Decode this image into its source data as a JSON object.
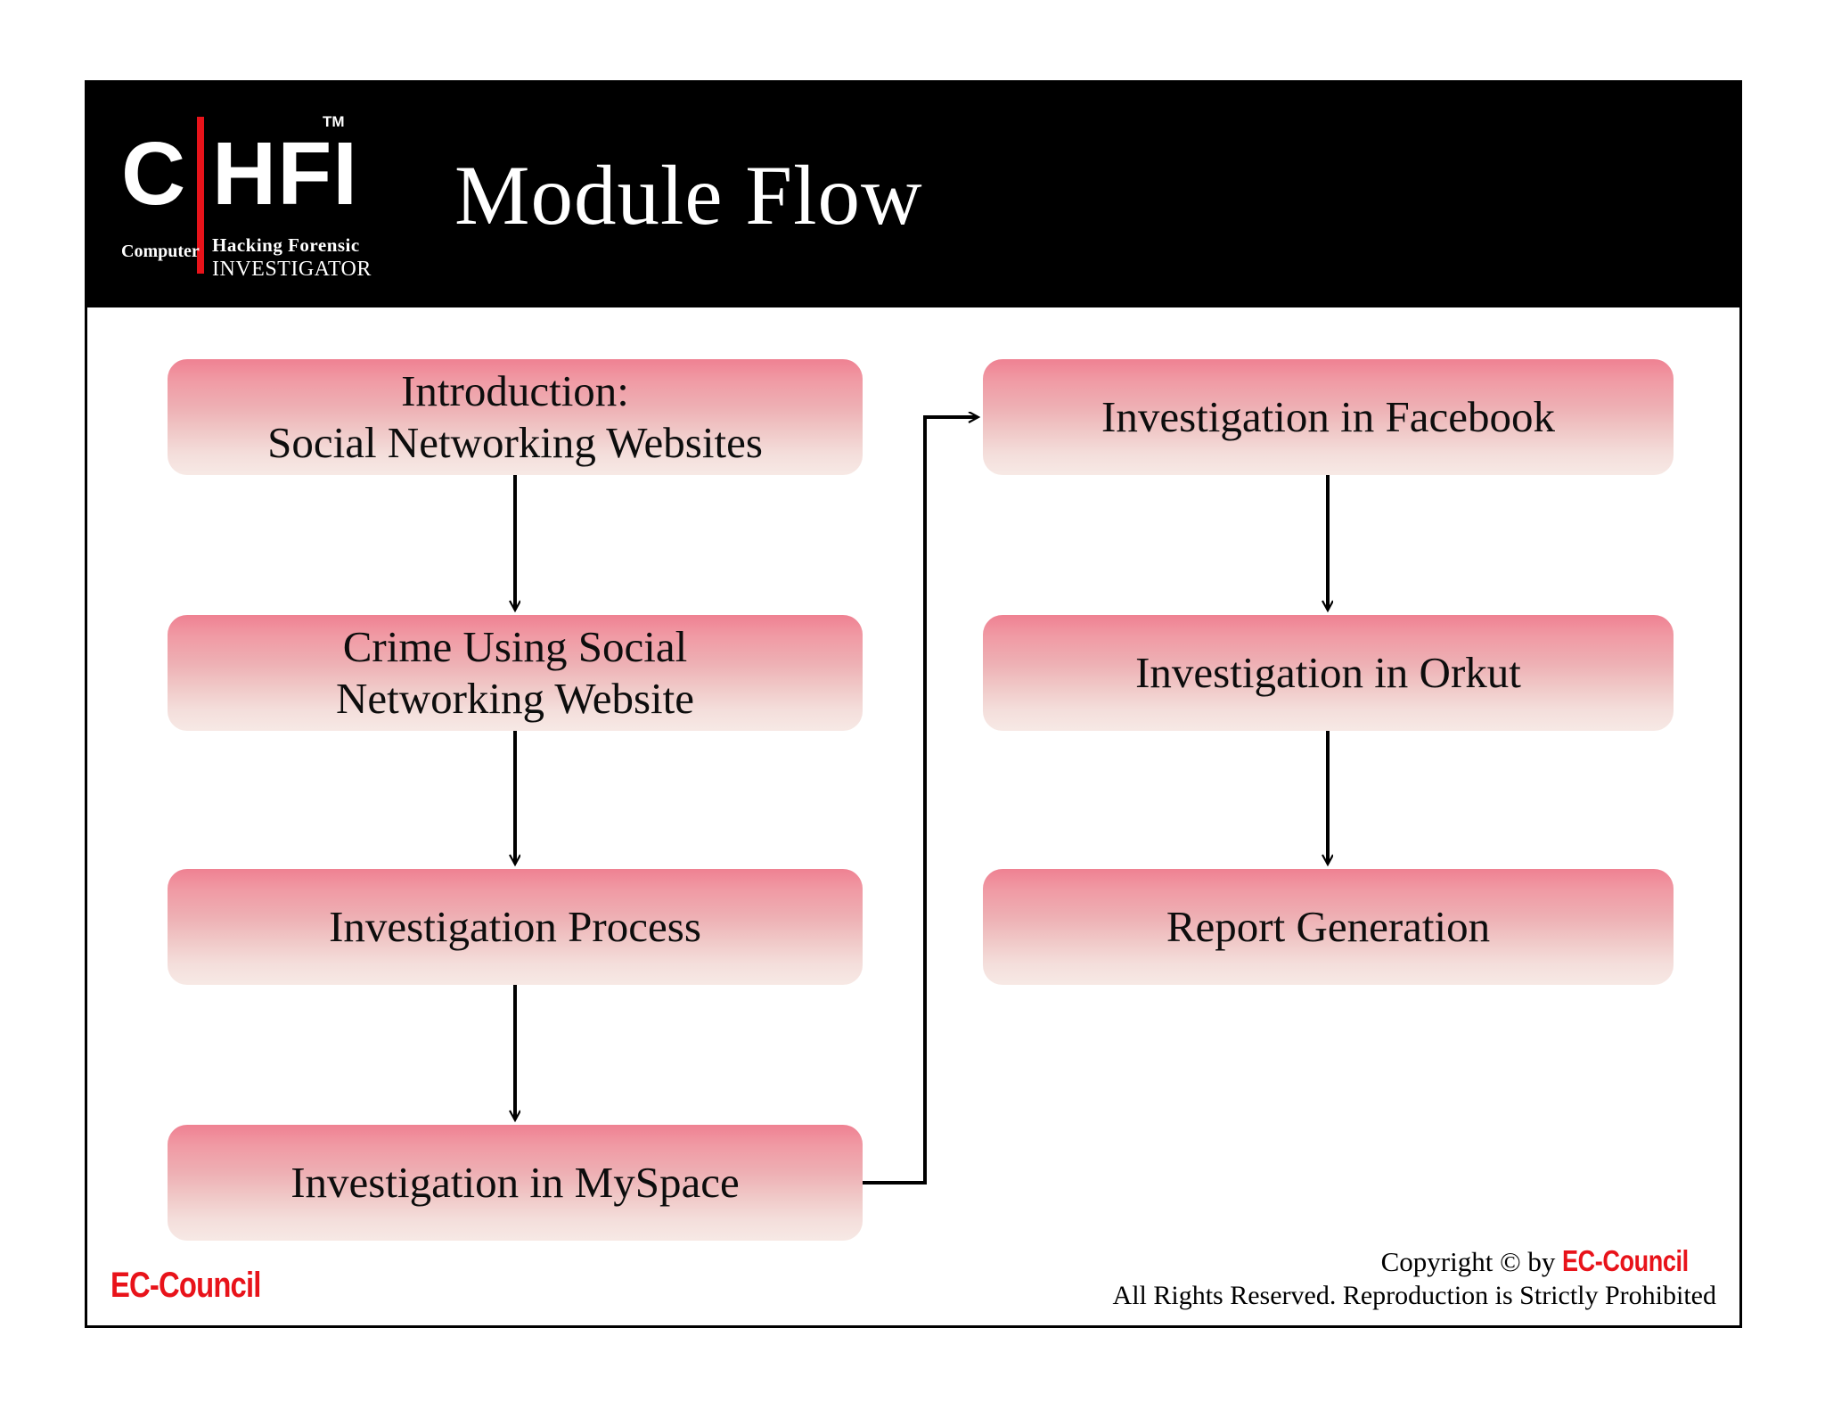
{
  "slide": {
    "title": "Module Flow",
    "logo": {
      "letter_c": "C",
      "letters_hfi": "HFI",
      "trademark": "TM",
      "computer": "Computer",
      "hacking_forensic": "Hacking  Forensic",
      "investigator": "INVESTIGATOR"
    },
    "footer": {
      "brand": "EC-Council",
      "copyright_prefix": "Copyright ",
      "copyright_symbol": "©",
      "copyright_by": " by ",
      "copyright_brand": "EC-Council",
      "rights": "All Rights Reserved. Reproduction is Strictly Prohibited"
    },
    "colors": {
      "header_background": "#000000",
      "brand_red": "#e8131a",
      "node_gradient_top": "#ef8192",
      "node_gradient_bottom": "#f7e9e5",
      "text": "#0d0d0d",
      "frame_border": "#000000"
    }
  },
  "flow": {
    "nodes": [
      {
        "id": "introduction",
        "label": "Introduction:\nSocial Networking Websites",
        "column": "left",
        "order": 1
      },
      {
        "id": "crime-using-social",
        "label": "Crime Using Social\nNetworking Website",
        "column": "left",
        "order": 2
      },
      {
        "id": "investigation-process",
        "label": "Investigation Process",
        "column": "left",
        "order": 3
      },
      {
        "id": "investigation-myspace",
        "label": "Investigation in MySpace",
        "column": "left",
        "order": 4
      },
      {
        "id": "investigation-facebook",
        "label": "Investigation in Facebook",
        "column": "right",
        "order": 5
      },
      {
        "id": "investigation-orkut",
        "label": "Investigation in Orkut",
        "column": "right",
        "order": 6
      },
      {
        "id": "report-generation",
        "label": "Report Generation",
        "column": "right",
        "order": 7
      }
    ],
    "edges": [
      {
        "from": "introduction",
        "to": "crime-using-social",
        "style": "straight-down"
      },
      {
        "from": "crime-using-social",
        "to": "investigation-process",
        "style": "straight-down"
      },
      {
        "from": "investigation-process",
        "to": "investigation-myspace",
        "style": "straight-down"
      },
      {
        "from": "investigation-myspace",
        "to": "investigation-facebook",
        "style": "right-up-right"
      },
      {
        "from": "investigation-facebook",
        "to": "investigation-orkut",
        "style": "straight-down"
      },
      {
        "from": "investigation-orkut",
        "to": "report-generation",
        "style": "straight-down"
      }
    ]
  }
}
